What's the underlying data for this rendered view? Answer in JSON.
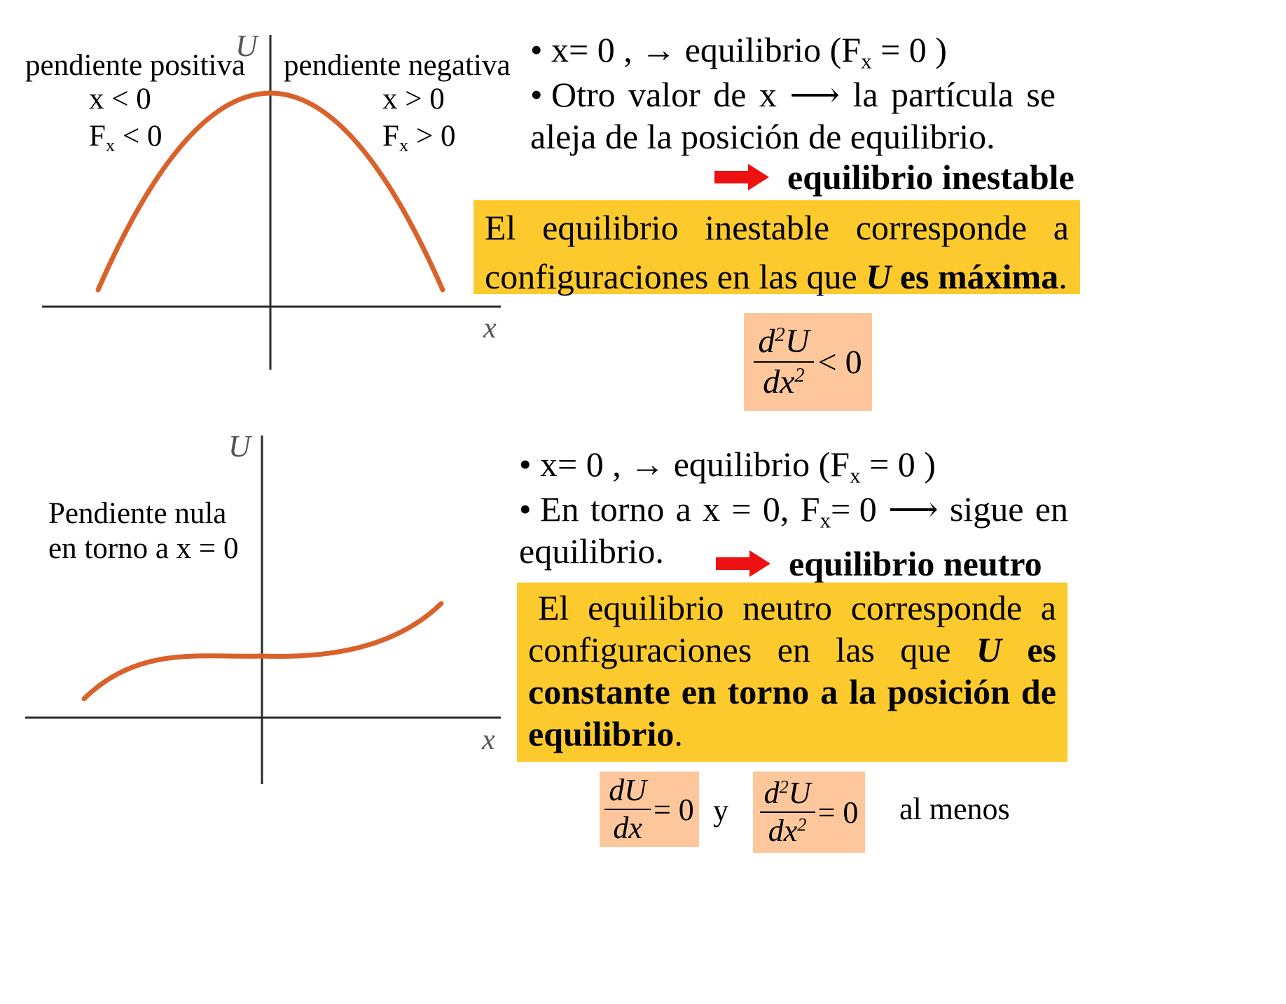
{
  "top": {
    "axis_u": "U",
    "axis_x": "x",
    "label_left": "pendiente positiva",
    "label_right": "pendiente negativa",
    "left_cond_x": "x < 0",
    "left_cond_f": "< 0",
    "right_cond_x": "x > 0",
    "right_cond_f": "> 0",
    "force_letter": "F",
    "force_sub": "x",
    "bullet1": "• x= 0 , → equilibrio (F",
    "bullet1_sub": "x",
    "bullet1_end": " = 0 )",
    "bullet2_words": [
      "• Otro",
      "valor",
      "de",
      "x",
      "⟶",
      "la",
      "partícula",
      "se"
    ],
    "bullet2_line2": "aleja de la posición de equilibrio.",
    "result": "equilibrio inestable",
    "box_line1_words": [
      "El",
      "equilibrio",
      "inestable",
      "corresponde",
      "a"
    ],
    "box_line2_pre": "configuraciones en las que ",
    "box_line2_u": "U",
    "box_line2_bold": " es máxima",
    "box_line2_end": ".",
    "formula_num": "d",
    "formula_num_sup": "2",
    "formula_num_u": "U",
    "formula_den": "dx",
    "formula_den_sup": "2",
    "formula_rel": "< 0"
  },
  "bottom": {
    "axis_u": "U",
    "axis_x": "x",
    "label_line1": "Pendiente nula",
    "label_line2": "en torno a x = 0",
    "bullet1": "• x= 0 , → equilibrio (F",
    "bullet1_sub": "x",
    "bullet1_end": " = 0 )",
    "bullet2_words": [
      "• En",
      "torno",
      "a",
      "x",
      "=",
      "0,",
      "F",
      "= 0",
      "⟶",
      "sigue",
      "en"
    ],
    "bullet2_sub": "x",
    "bullet2_line2": "equilibrio.",
    "result": "equilibrio neutro",
    "box_line1_words": [
      "El",
      "equilibrio",
      "neutro",
      "corresponde",
      "a"
    ],
    "box_line2_words": [
      "configuraciones",
      "en",
      "las",
      "que",
      "U",
      "es"
    ],
    "box_line3_words": [
      "constante",
      "en",
      "torno",
      "a",
      "la",
      "posición",
      "de"
    ],
    "box_line4_bold": "equilibrio",
    "box_line4_end": ".",
    "formula1_num": "dU",
    "formula1_den": "dx",
    "formula1_rel": "= 0",
    "connector": "y",
    "formula2_num": "d",
    "formula2_num_sup": "2",
    "formula2_num_u": "U",
    "formula2_den": "dx",
    "formula2_den_sup": "2",
    "formula2_rel": "= 0",
    "tail": "al menos"
  },
  "colors": {
    "curve": "#d9622b",
    "highlight_box": "#fdca2e",
    "formula_box": "#fdc79b",
    "arrow": "#ee1111",
    "axis": "#2a2a2a"
  }
}
